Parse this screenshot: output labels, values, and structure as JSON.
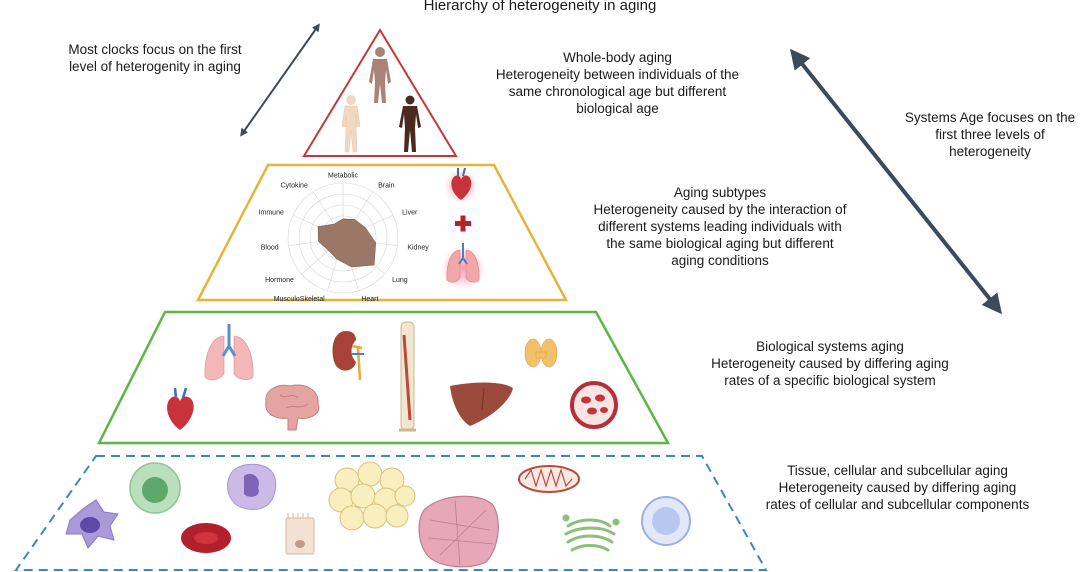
{
  "title": "Hierarchy of heterogeneity in aging",
  "left_note": {
    "line1": "Most clocks focus on the first",
    "line2": "level of heterogenity in aging"
  },
  "right_note": {
    "line1": "Systems Age focuses on the",
    "line2": "first three levels of",
    "line3": "heterogeneity"
  },
  "levels": [
    {
      "title": "Whole-body aging",
      "lines": [
        "Heterogeneity between individuals of the",
        "same chronological age but different",
        "biological age"
      ],
      "border_color": "#c0393b"
    },
    {
      "title": "Aging subtypes",
      "lines": [
        "Heterogeneity caused by the interaction of",
        "different systems leading individuals with",
        "the same biological aging but different",
        "aging conditions"
      ],
      "border_color": "#e8b33a"
    },
    {
      "title": "Biological systems aging",
      "lines": [
        "Heterogeneity caused by differing aging",
        "rates of a specific biological system"
      ],
      "border_color": "#5cb547"
    },
    {
      "title": "Tissue, cellular and subcellular aging",
      "lines": [
        "Heterogeneity caused by differing aging",
        "rates of cellular and subcellular components"
      ],
      "border_color": "#3a86c8"
    }
  ],
  "radar": {
    "axes": [
      "Metabolic",
      "Brain",
      "Liver",
      "Kidney",
      "Lung",
      "Heart",
      "MusculoSkeletal",
      "Hormone",
      "Blood",
      "Immune",
      "Cytokine"
    ],
    "values": [
      0.35,
      0.4,
      0.45,
      0.6,
      0.75,
      0.55,
      0.4,
      0.35,
      0.45,
      0.5,
      0.3
    ],
    "fill_color": "#9a7766"
  },
  "icons": {
    "level1": [
      "human-body-icon",
      "female-body-icon",
      "male-body-icon"
    ],
    "level2": [
      "heart-icon",
      "plus-icon",
      "lungs-icon"
    ],
    "level3": [
      "lungs-icon",
      "kidney-icon",
      "leg-bone-icon",
      "thyroid-icon",
      "heart-icon",
      "brain-icon",
      "liver-icon",
      "blood-vessel-icon"
    ],
    "level4": [
      "immune-cell-icon",
      "stem-cell-icon",
      "macrophage-icon",
      "red-blood-cell-icon",
      "epithelial-cell-icon",
      "adipocyte-cluster-icon",
      "muscle-tissue-icon",
      "mitochondrion-icon",
      "golgi-icon",
      "nucleus-cell-icon"
    ]
  }
}
